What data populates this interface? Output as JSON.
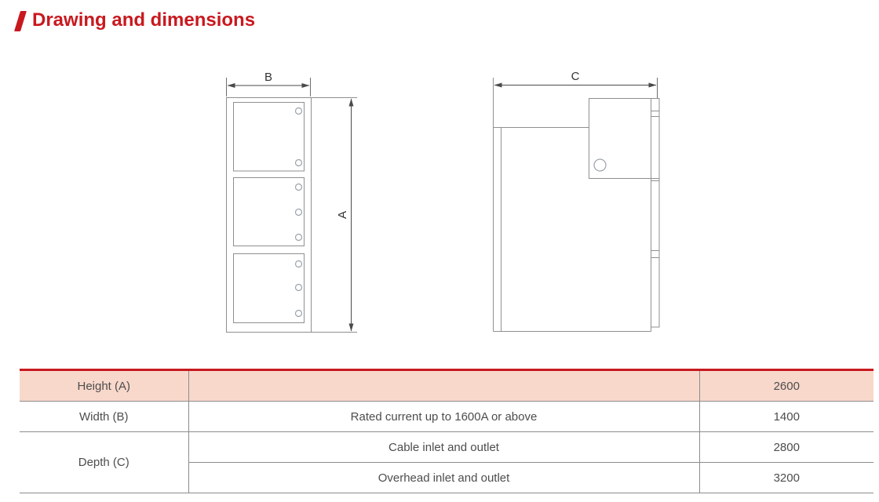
{
  "header": {
    "title": "Drawing and dimensions",
    "slash_icon": "red-slash-icon"
  },
  "drawings": {
    "front_view": {
      "width_dim_label": "B",
      "height_dim_label": "A"
    },
    "side_view": {
      "depth_dim_label": "C"
    }
  },
  "dimension_table": {
    "rows": [
      {
        "parameter": "Height (A)",
        "condition": "",
        "value": "2600"
      },
      {
        "parameter": "Width (B)",
        "condition": "Rated current up to 1600A or above",
        "value": "1400"
      },
      {
        "parameter": "Depth (C)",
        "condition": "Cable inlet and outlet",
        "value": "2800"
      },
      {
        "parameter": "",
        "condition": "Overhead inlet and outlet",
        "value": "3200"
      }
    ]
  },
  "colors": {
    "accent_red": "#c8191f",
    "table_header_row_bg": "#f8d8cb",
    "table_border_gray": "#8c8c8c",
    "drawing_outline_gray": "#8f8f8f",
    "dimension_line_color": "#4a4a4a",
    "text_gray": "#4d4d4d"
  }
}
